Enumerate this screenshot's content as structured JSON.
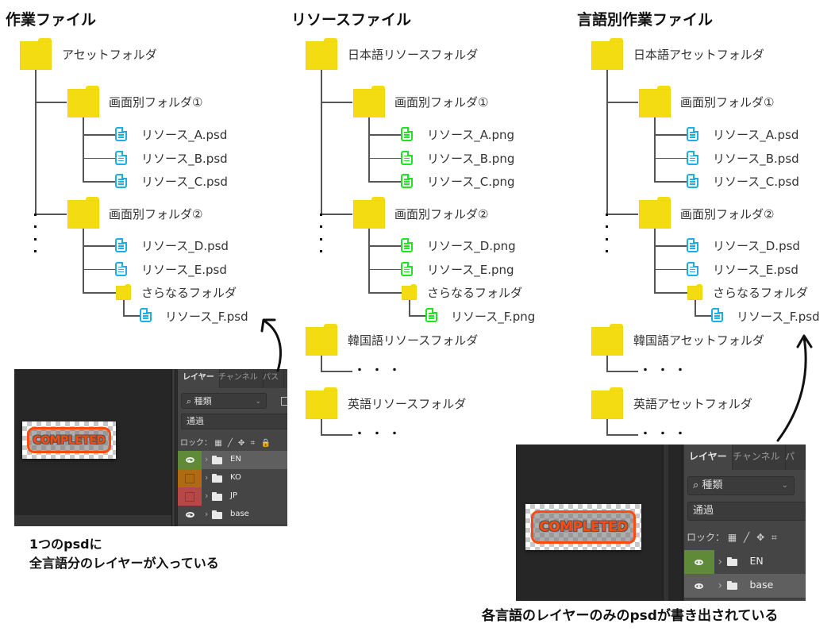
{
  "columns": [
    {
      "title": "作業ファイル",
      "root": "アセットフォルダ",
      "sub1": {
        "name": "画面別フォルダ①",
        "files": [
          "リソース_A.psd",
          "リソース_B.psd",
          "リソース_C.psd"
        ],
        "file_type": "psd"
      },
      "sub2": {
        "name": "画面別フォルダ②",
        "files": [
          "リソース_D.psd",
          "リソース_E.psd"
        ],
        "file_type": "psd",
        "nested_folder": "さらなるフォルダ",
        "nested_file": "リソース_F.psd"
      }
    },
    {
      "title": "リソースファイル",
      "root": "日本語リソースフォルダ",
      "sub1": {
        "name": "画面別フォルダ①",
        "files": [
          "リソース_A.png",
          "リソース_B.png",
          "リソース_C.png"
        ],
        "file_type": "png"
      },
      "sub2": {
        "name": "画面別フォルダ②",
        "files": [
          "リソース_D.png",
          "リソース_E.png"
        ],
        "file_type": "png",
        "nested_folder": "さらなるフォルダ",
        "nested_file": "リソース_F.png"
      },
      "extra_folders": [
        {
          "name": "韓国語リソースフォルダ",
          "ellipsis": "・・・"
        },
        {
          "name": "英語リソースフォルダ",
          "ellipsis": "・・・"
        }
      ]
    },
    {
      "title": "言語別作業ファイル",
      "root": "日本語アセットフォルダ",
      "sub1": {
        "name": "画面別フォルダ①",
        "files": [
          "リソース_A.psd",
          "リソース_B.psd",
          "リソース_C.psd"
        ],
        "file_type": "psd"
      },
      "sub2": {
        "name": "画面別フォルダ②",
        "files": [
          "リソース_D.psd",
          "リソース_E.psd"
        ],
        "file_type": "psd",
        "nested_folder": "さらなるフォルダ",
        "nested_file": "リソース_F.psd"
      },
      "extra_folders": [
        {
          "name": "韓国語アセットフォルダ",
          "ellipsis": "・・・"
        },
        {
          "name": "英語アセットフォルダ",
          "ellipsis": "・・・"
        }
      ]
    }
  ],
  "ps_left": {
    "tabs": [
      "レイヤー",
      "チャンネル",
      "パス"
    ],
    "search_label": "種類",
    "blend_mode": "通過",
    "lock_label": "ロック：",
    "canvas_text": "COMPLETED",
    "layers": [
      {
        "name": "EN",
        "visible": true,
        "color": "#5f8a3a",
        "selected": true
      },
      {
        "name": "KO",
        "visible": false,
        "color": "#b06a10",
        "selected": false
      },
      {
        "name": "JP",
        "visible": false,
        "color": "#b84848",
        "selected": false
      },
      {
        "name": "base",
        "visible": true,
        "color": "",
        "selected": false
      }
    ],
    "caption": [
      "1つのpsdに",
      "全言語分のレイヤーが入っている"
    ]
  },
  "ps_right": {
    "tabs": [
      "レイヤー",
      "チャンネル",
      "パス"
    ],
    "search_label": "種類",
    "blend_mode": "通過",
    "lock_label": "ロック：",
    "canvas_text": "COMPLETED",
    "layers": [
      {
        "name": "EN",
        "visible": true,
        "color": "#5f8a3a",
        "selected": false
      },
      {
        "name": "base",
        "visible": true,
        "color": "",
        "selected": true
      }
    ],
    "caption": "各言語のレイヤーのみのpsdが書き出されている"
  },
  "colors": {
    "folder": "#f3dc12",
    "psd_icon": "#1ab0e6",
    "png_icon": "#1ee61e"
  }
}
